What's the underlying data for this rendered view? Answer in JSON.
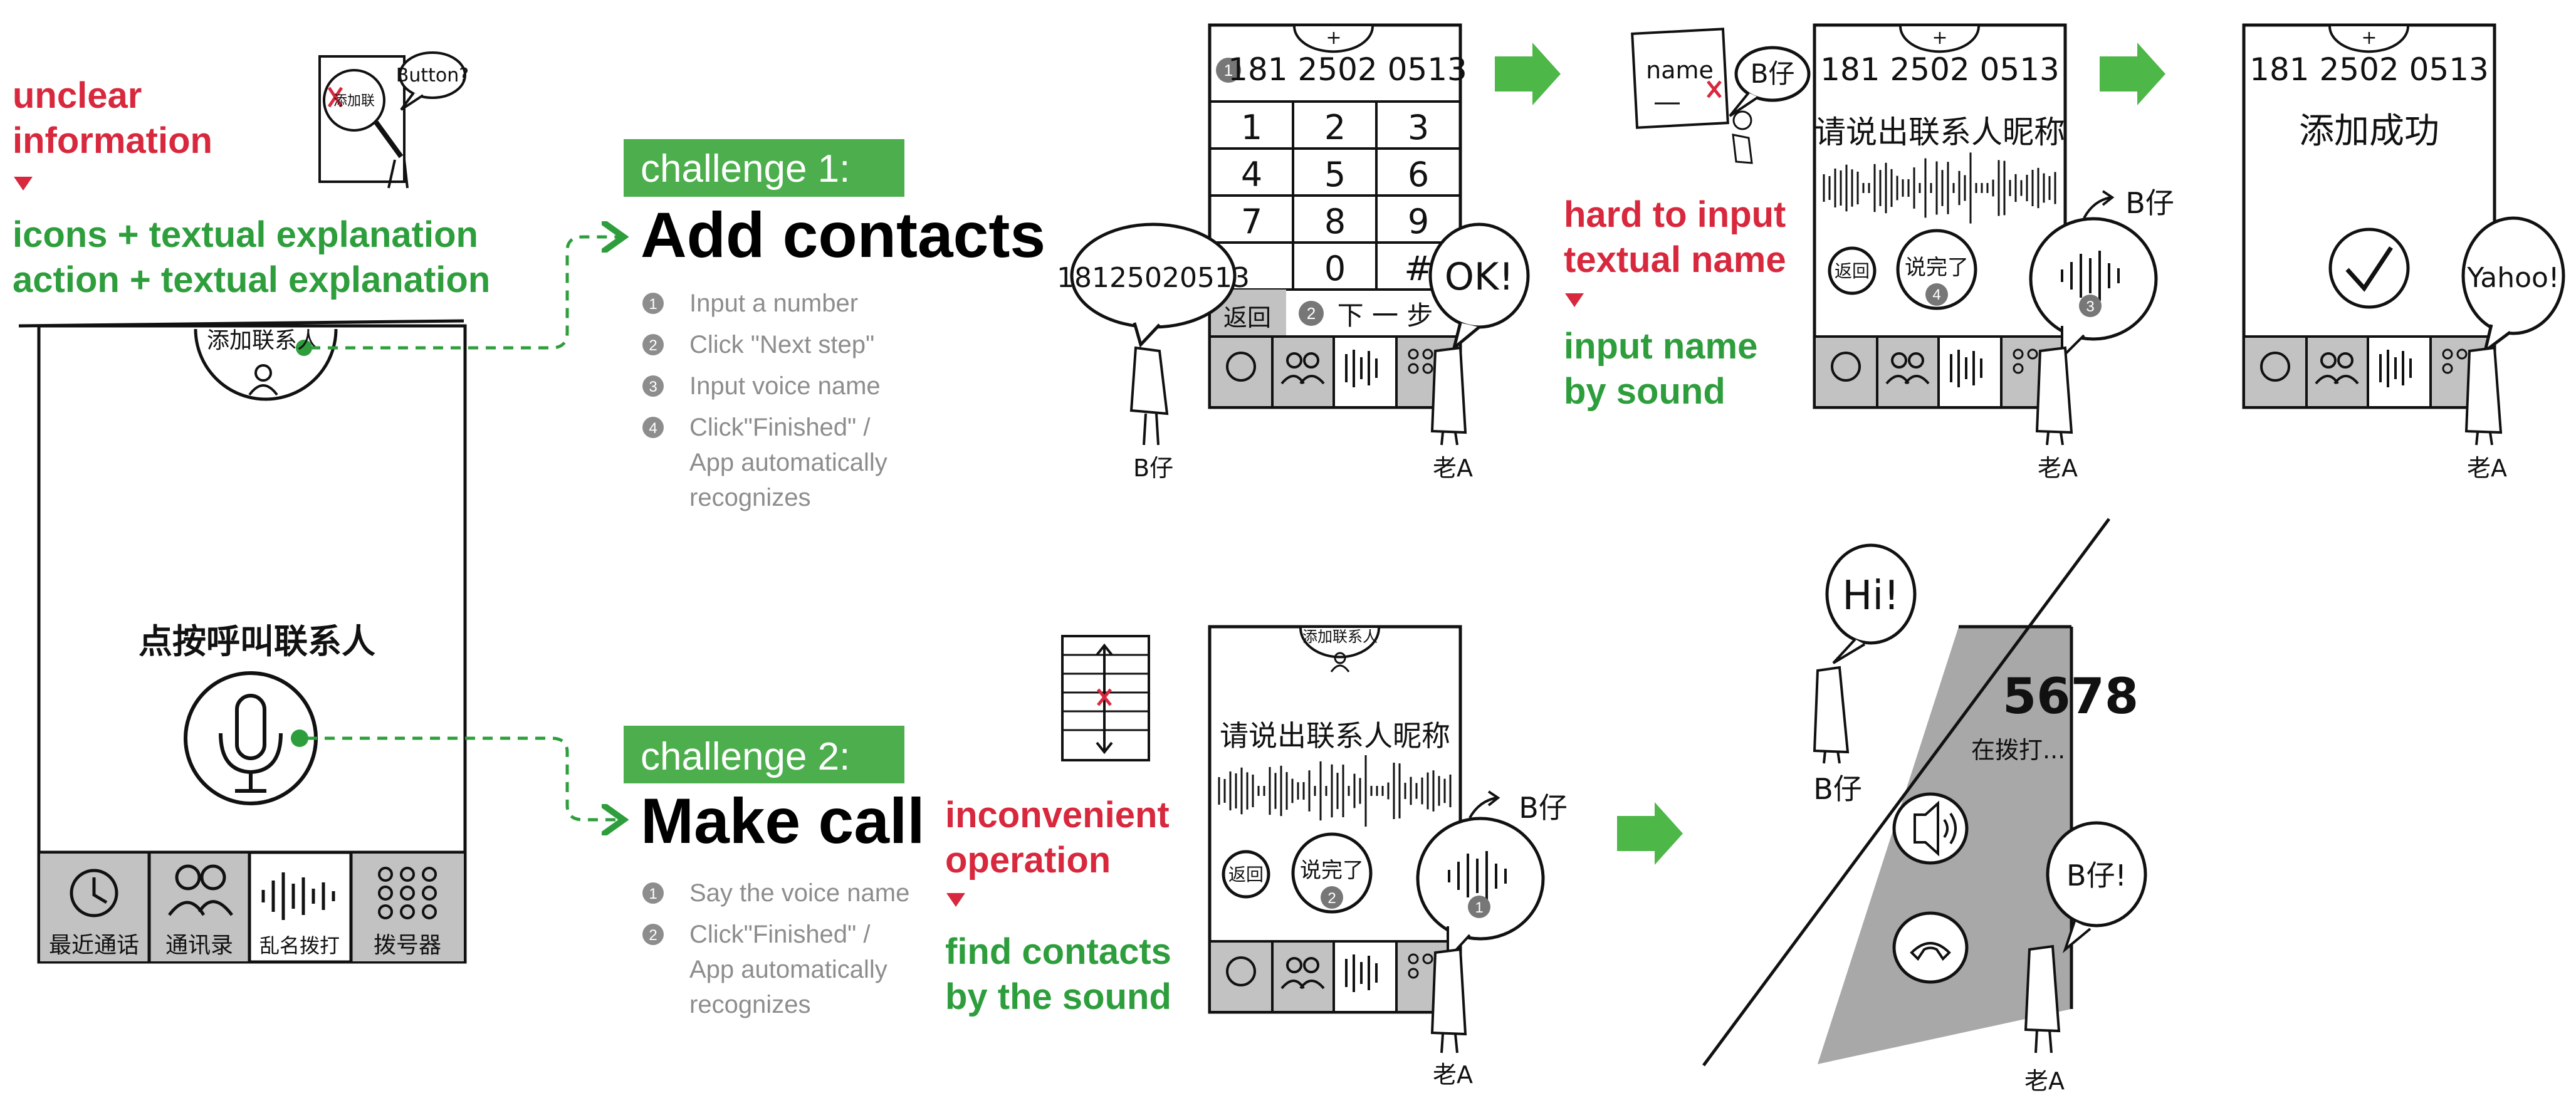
{
  "left": {
    "problem": [
      "unclear",
      "information"
    ],
    "solution": [
      "icons + textual explanation",
      "action + textual explanation"
    ],
    "bubble_button": "Button?",
    "magnifier_text": "添加联",
    "phone_top_label": "添加联系人",
    "phone_prompt": "点按呼叫联系人",
    "tabs": [
      "最近通话",
      "通讯录",
      "乱名拨打",
      "拨号器"
    ]
  },
  "challenge1": {
    "chip": "challenge 1:",
    "title": "Add contacts",
    "steps": [
      {
        "num": "1",
        "text": "Input a number"
      },
      {
        "num": "2",
        "text": "Click \"Next step\""
      },
      {
        "num": "3",
        "text": "Input voice name"
      },
      {
        "num": "4",
        "lines": [
          "Click\"Finished\" /",
          "App automatically",
          "recognizes"
        ]
      }
    ]
  },
  "challenge2": {
    "chip": "challenge 2:",
    "title": "Make call",
    "steps": [
      {
        "num": "1",
        "text": "Say the voice name"
      },
      {
        "num": "2",
        "lines": [
          "Click\"Finished\" /",
          "App automatically",
          "recognizes"
        ]
      }
    ]
  },
  "screen1": {
    "number": "181 2502 0513",
    "number_badge": "1",
    "keys": [
      "1",
      "2",
      "3",
      "4",
      "5",
      "6",
      "7",
      "8",
      "9",
      "",
      "0",
      "#"
    ],
    "back": "返回",
    "next_badge": "2",
    "next": "下 一 步",
    "bubble_left": "18125020513",
    "bubble_right": "OK!",
    "char_left": "B仔",
    "char_right": "老A"
  },
  "screen2": {
    "card_label": "name",
    "card_bubble": "B仔",
    "problem": [
      "hard to input",
      "textual name"
    ],
    "solution": [
      "input name",
      "by sound"
    ],
    "number": "181 2502 0513",
    "prompt": "请说出联系人昵称",
    "back": "返回",
    "done": "说完了",
    "done_badge": "4",
    "voice_badge": "3",
    "char_label": "B仔",
    "char_right": "老A"
  },
  "screen3": {
    "number": "181 2502 0513",
    "success": "添加成功",
    "bubble": "Yahoo!",
    "char_right": "老A"
  },
  "screen4": {
    "problem": [
      "inconvenient",
      "operation"
    ],
    "solution": [
      "find contacts",
      "by the sound"
    ],
    "top_label": "添加联系人",
    "prompt": "请说出联系人昵称",
    "back": "返回",
    "done": "说完了",
    "done_badge": "2",
    "voice_badge": "1",
    "char_label": "B仔",
    "char_right": "老A"
  },
  "screen5": {
    "bubble_left": "Hi!",
    "char_left": "B仔",
    "number_partial": "5678",
    "calling": "在拨打...",
    "bubble_right": "B仔!",
    "char_right": "老A"
  },
  "colors": {
    "red": "#d8283d",
    "green": "#2e9e3d",
    "green_box": "#4cae4c",
    "arrow": "#4db748",
    "gray": "#c2c2c2",
    "dark_gray": "#a8a8a8"
  }
}
